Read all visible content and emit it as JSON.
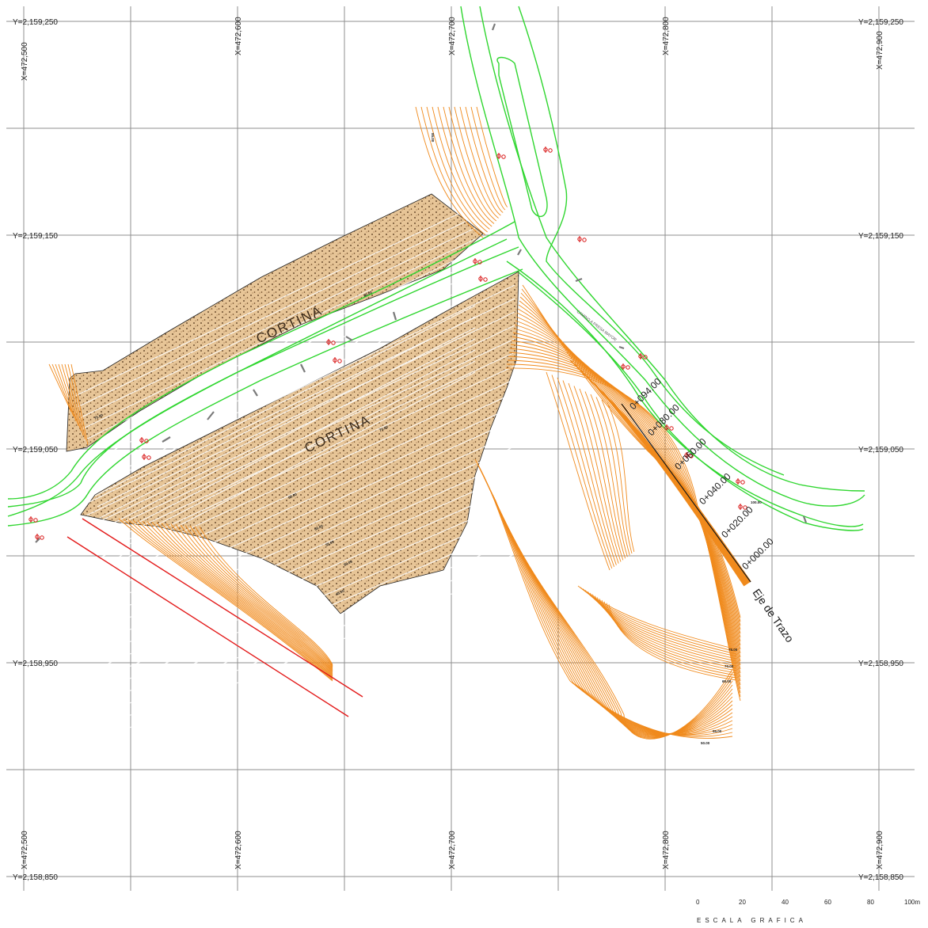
{
  "grid": {
    "x_top": [
      "X=472,500",
      "X=472,600",
      "X=472,700",
      "X=472,800",
      "X=472,900"
    ],
    "x_bottom": [
      "X=472,500",
      "X=472,600",
      "X=472,700",
      "X=472,800",
      "X=472,900"
    ],
    "y_left": [
      "Y=2,159,250",
      "Y=2,159,150",
      "Y=2,159,050",
      "Y=2,158,950",
      "Y=2,158,850"
    ],
    "y_right": [
      "Y=2,159,250",
      "Y=2,159,150",
      "Y=2,159,050",
      "Y=2,158,950",
      "Y=2,158,850"
    ]
  },
  "labels": {
    "cortina_upper": "CORTINA",
    "cortina_lower": "CORTINA",
    "road_name": "CAMINO A PRESA MAYOR",
    "eje": "Eje de Trazo",
    "stations": [
      "0+094.00",
      "0+080.00",
      "0+060.00",
      "0+040.00",
      "0+020.00",
      "0+000.00"
    ]
  },
  "contour_labels": [
    "80.00",
    "85.00",
    "75.00",
    "70.00",
    "65.00",
    "60.00",
    "55.00",
    "50.00",
    "45.00",
    "100.00"
  ],
  "scale_bar": {
    "ticks": [
      "0",
      "20",
      "40",
      "60",
      "80",
      "100m"
    ],
    "title": "ESCALA GRAFICA"
  },
  "colors": {
    "contour": "#f08a1c",
    "road": "#2fd62f",
    "boundary": "#e31a1a",
    "grid": "#8f8f8f",
    "dam_fill": "#e8c79c"
  }
}
